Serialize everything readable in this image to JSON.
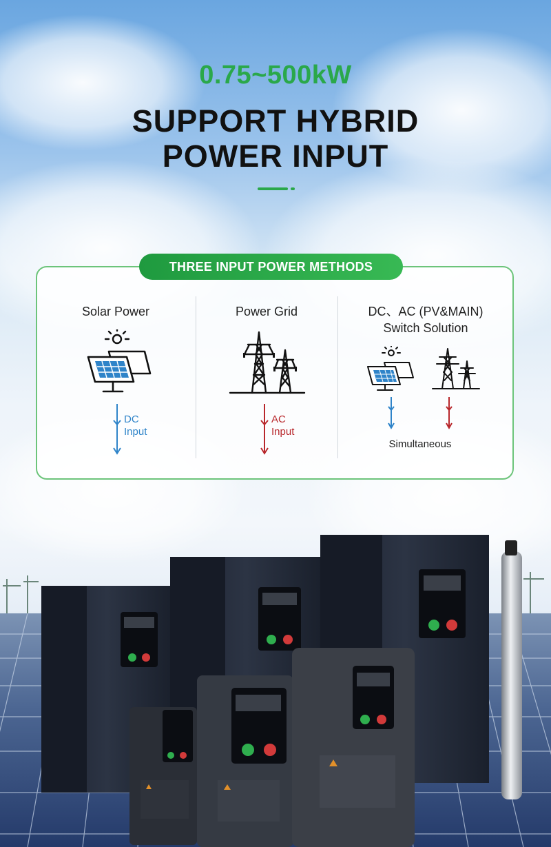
{
  "header": {
    "power_range": "0.75~500kW",
    "title_line1": "SUPPORT HYBRID",
    "title_line2": "POWER INPUT"
  },
  "panel": {
    "heading": "THREE INPUT POWER METHODS",
    "methods": [
      {
        "label": "Solar Power",
        "flow_label_line1": "DC",
        "flow_label_line2": "Input",
        "arrow_color": "#2f84c9",
        "icon": "solar-panel-icon"
      },
      {
        "label": "Power Grid",
        "flow_label_line1": "AC",
        "flow_label_line2": "Input",
        "arrow_color": "#b8272b",
        "icon": "power-tower-icon"
      },
      {
        "label_line1": "DC、AC (PV&MAIN)",
        "label_line2": "Switch Solution",
        "flow_label": "Simultaneous",
        "icon": "solar-and-tower-icon"
      }
    ]
  },
  "colors": {
    "brand_green": "#2aa84a",
    "dc_blue": "#2f84c9",
    "ac_red": "#b8272b"
  }
}
